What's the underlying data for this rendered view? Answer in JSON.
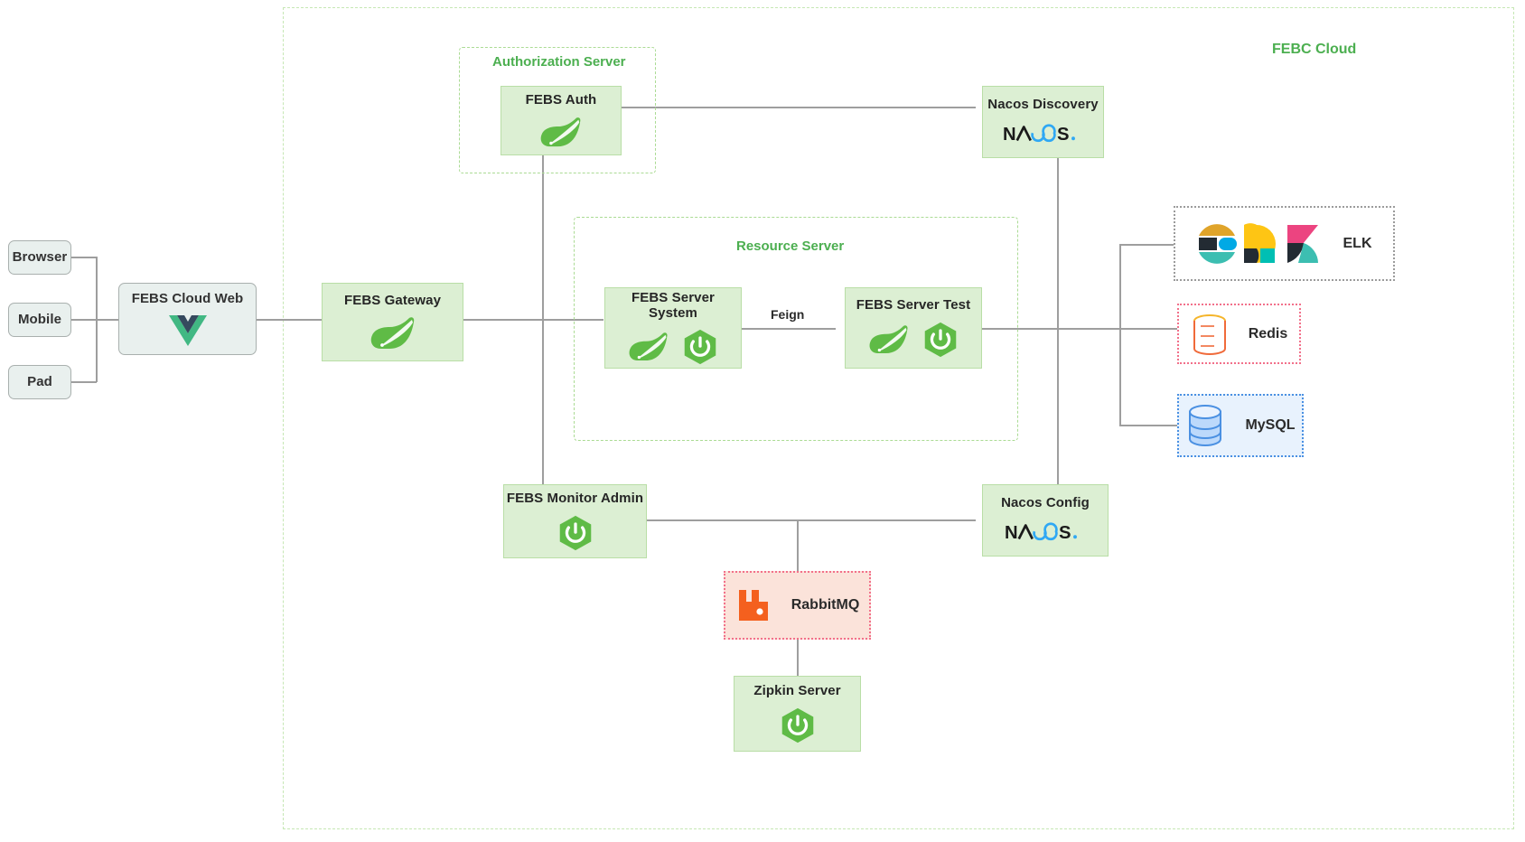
{
  "diagram": {
    "title": "FEBC Cloud",
    "cloud_label": "FEBC Cloud",
    "accent_green": "#4caf50",
    "node_fill_green": "#dcefd3",
    "node_border_green": "#b9dea6",
    "line_color": "#9e9e9e"
  },
  "groups": {
    "authorization": {
      "label": "Authorization Server"
    },
    "resource": {
      "label": "Resource Server"
    }
  },
  "clients": [
    {
      "label": "Browser",
      "icon": "device-icon"
    },
    {
      "label": "Mobile",
      "icon": "device-icon"
    },
    {
      "label": "Pad",
      "icon": "device-icon"
    }
  ],
  "nodes": {
    "web": {
      "label": "FEBS Cloud Web",
      "icon": "vue-logo-icon"
    },
    "gateway": {
      "label": "FEBS Gateway",
      "icon": "spring-leaf-icon"
    },
    "auth": {
      "label": "FEBS Auth",
      "icon": "spring-leaf-icon"
    },
    "server_system": {
      "label": "FEBS Server System",
      "icons": [
        "spring-leaf-icon",
        "spring-boot-actuator-icon"
      ]
    },
    "server_test": {
      "label": "FEBS Server Test",
      "icons": [
        "spring-leaf-icon",
        "spring-boot-actuator-icon"
      ]
    },
    "monitor_admin": {
      "label": "FEBS Monitor Admin",
      "icon": "spring-boot-actuator-icon"
    },
    "nacos_discovery": {
      "label": "Nacos Discovery",
      "icon": "nacos-logo-icon",
      "logo_text": "NACOS."
    },
    "nacos_config": {
      "label": "Nacos Config",
      "icon": "nacos-logo-icon",
      "logo_text": "NACOS."
    },
    "zipkin": {
      "label": "Zipkin Server",
      "icon": "spring-boot-actuator-icon"
    }
  },
  "external": {
    "elk": {
      "label": "ELK",
      "icon": "elk-logos-icon",
      "border_color": "#9b9b9b"
    },
    "redis": {
      "label": "Redis",
      "icon": "redis-cylinder-icon",
      "border_color": "#f2708a"
    },
    "mysql": {
      "label": "MySQL",
      "icon": "mysql-cylinder-icon",
      "border_color": "#4a90e2"
    },
    "rabbitmq": {
      "label": "RabbitMQ",
      "icon": "rabbitmq-logo-icon",
      "border_color": "#f2708a"
    }
  },
  "edges": {
    "feign_label": "Feign"
  }
}
